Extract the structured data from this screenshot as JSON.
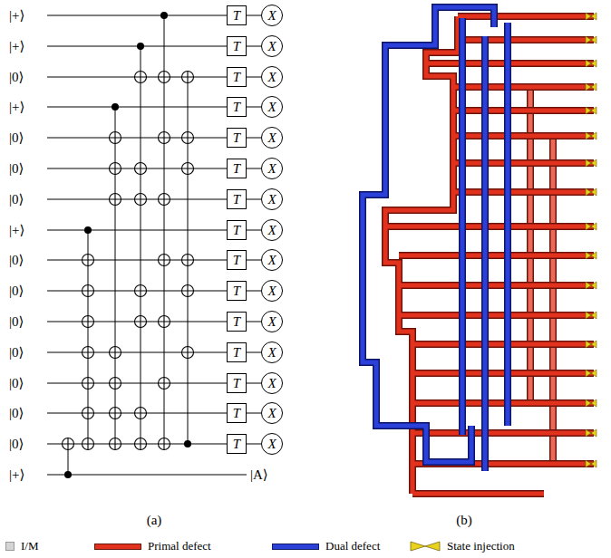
{
  "diagram": {
    "nodes": [
      {
        "text": [
          "T"
        ]
      },
      {
        "text": [
          "X"
        ]
      },
      {
        "text": [
          "T"
        ]
      },
      {
        "text": [
          "X"
        ]
      },
      {
        "text": [
          "T"
        ]
      },
      {
        "text": [
          "X"
        ]
      },
      {
        "text": [
          "T"
        ]
      },
      {
        "text": [
          "X"
        ]
      },
      {
        "text": [
          "T"
        ]
      },
      {
        "text": [
          "X"
        ]
      },
      {
        "text": [
          "T"
        ]
      },
      {
        "text": [
          "X"
        ]
      },
      {
        "text": [
          "T"
        ]
      },
      {
        "text": [
          "X"
        ]
      },
      {
        "text": [
          "T"
        ]
      },
      {
        "text": [
          "X"
        ]
      },
      {
        "text": [
          "T"
        ]
      },
      {
        "text": [
          "X"
        ]
      },
      {
        "text": [
          "T"
        ]
      },
      {
        "text": [
          "X"
        ]
      },
      {
        "text": [
          "T"
        ]
      },
      {
        "text": [
          "X"
        ]
      },
      {
        "text": [
          "T"
        ]
      },
      {
        "text": [
          "X"
        ]
      },
      {
        "text": [
          "T"
        ]
      },
      {
        "text": [
          "X"
        ]
      },
      {
        "text": [
          "T"
        ]
      },
      {
        "text": [
          "X"
        ]
      },
      {
        "text": [
          "T"
        ]
      },
      {
        "text": [
          "X"
        ]
      }
    ],
    "edges": [
      {
        "from": 0,
        "to": 1,
        "arrow": "none"
      },
      {
        "from": 2,
        "to": 3,
        "arrow": "none"
      },
      {
        "from": 4,
        "to": 5,
        "arrow": "none"
      },
      {
        "from": 6,
        "to": 7,
        "arrow": "none"
      },
      {
        "from": 8,
        "to": 9,
        "arrow": "none"
      },
      {
        "from": 10,
        "to": 11,
        "arrow": "none"
      },
      {
        "from": 12,
        "to": 13,
        "arrow": "none"
      },
      {
        "from": 14,
        "to": 15,
        "arrow": "none"
      },
      {
        "from": 16,
        "to": 17,
        "arrow": "none"
      },
      {
        "from": 18,
        "to": 19,
        "arrow": "none"
      },
      {
        "from": 20,
        "to": 21,
        "arrow": "none"
      },
      {
        "from": 22,
        "to": 23,
        "arrow": "none"
      },
      {
        "from": 24,
        "to": 25,
        "arrow": "none"
      },
      {
        "from": 26,
        "to": 27,
        "arrow": "none"
      },
      {
        "from": 28,
        "to": 29,
        "arrow": "none"
      }
    ],
    "labels": [
      "|+⟩",
      "|+⟩",
      "|0⟩",
      "|+⟩",
      "|0⟩",
      "|0⟩",
      "|0⟩",
      "|+⟩",
      "|0⟩",
      "|0⟩",
      "|0⟩",
      "|0⟩",
      "|0⟩",
      "|0⟩",
      "|0⟩",
      "|+⟩",
      "|A⟩",
      "(a)",
      "(b)"
    ],
    "legend": [
      {
        "text": "I/M",
        "color": "#d4d4d4"
      },
      {
        "text": "Primal defect",
        "color": "#e2321e"
      },
      {
        "text": "Dual defect",
        "color": "#2b3fd9"
      },
      {
        "text": "State injection"
      }
    ]
  }
}
